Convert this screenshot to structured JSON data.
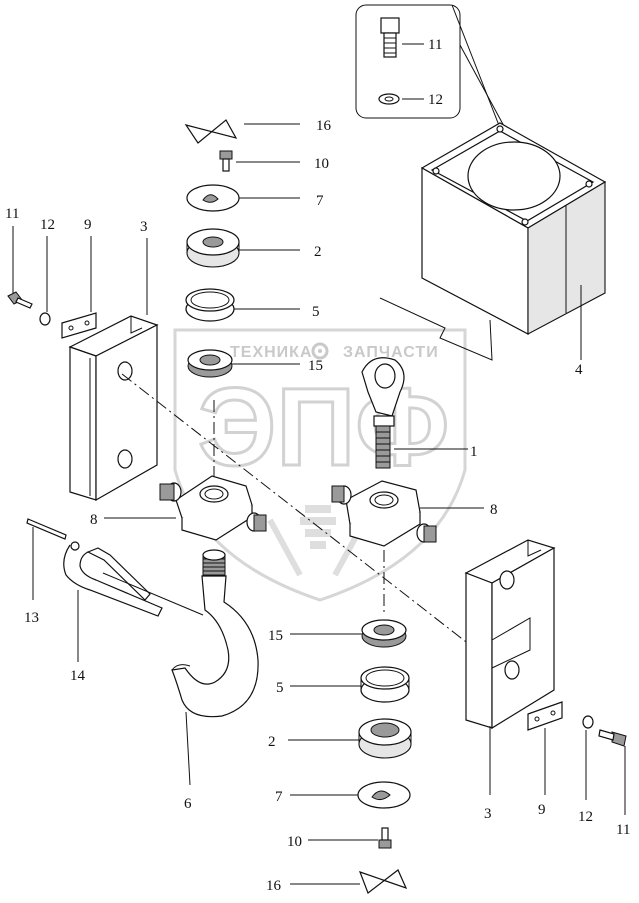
{
  "watermark": {
    "line1_left": "ТЕХНИКА",
    "line1_right": "ЗАПЧАСТИ",
    "logo": "ЭПФ",
    "gear_icon": "gear-icon",
    "color": "#cccccc"
  },
  "labels": {
    "top_11": "11",
    "top_12": "12",
    "top_16": "16",
    "top_10": "10",
    "top_7": "7",
    "top_2": "2",
    "top_5": "5",
    "top_15": "15",
    "left_11": "11",
    "left_12": "12",
    "left_9": "9",
    "left_3": "3",
    "right_4": "4",
    "center_1": "1",
    "left_8": "8",
    "right_8": "8",
    "left_13": "13",
    "left_14": "14",
    "bottom_15": "15",
    "bottom_5": "5",
    "bottom_2": "2",
    "bottom_7": "7",
    "bottom_10": "10",
    "bottom_16": "16",
    "hook_6": "6",
    "right_3": "3",
    "right_9": "9",
    "right_12": "12",
    "right_11": "11"
  }
}
